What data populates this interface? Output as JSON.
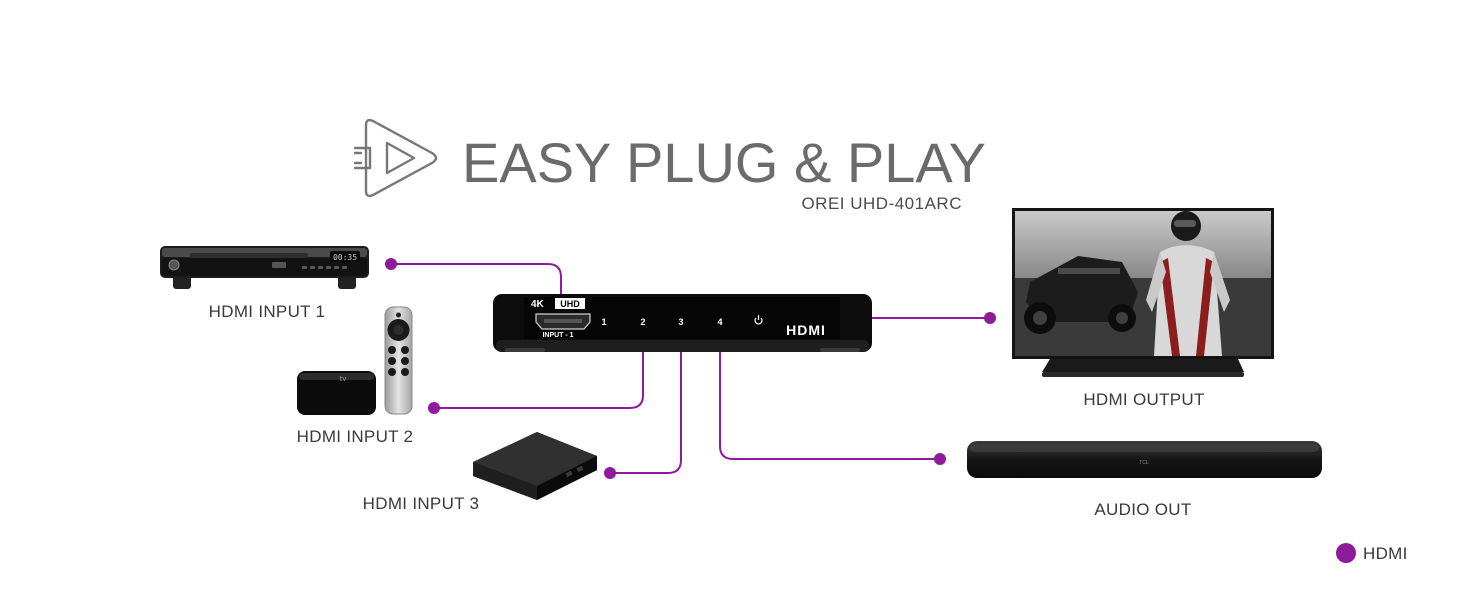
{
  "header": {
    "title": "EASY PLUG & PLAY",
    "model": "OREI UHD-401ARC"
  },
  "switch": {
    "badge_4k": "4K",
    "badge_uhd": "UHD",
    "port_label": "INPUT - 1",
    "buttons": [
      "1",
      "2",
      "3",
      "4"
    ],
    "brand": "HDMI"
  },
  "dvd": {
    "display": "00:35"
  },
  "devices": {
    "input1": "HDMI INPUT 1",
    "input2": "HDMI INPUT 2",
    "input3": "HDMI INPUT 3",
    "output": "HDMI OUTPUT",
    "audio": "AUDIO OUT"
  },
  "appletv_logo": "tv",
  "soundbar_logo": "TCL",
  "legend": {
    "label": "HDMI"
  },
  "colors": {
    "hdmi_line": "#8e1b9c",
    "title_gray": "#6b6b6b"
  }
}
